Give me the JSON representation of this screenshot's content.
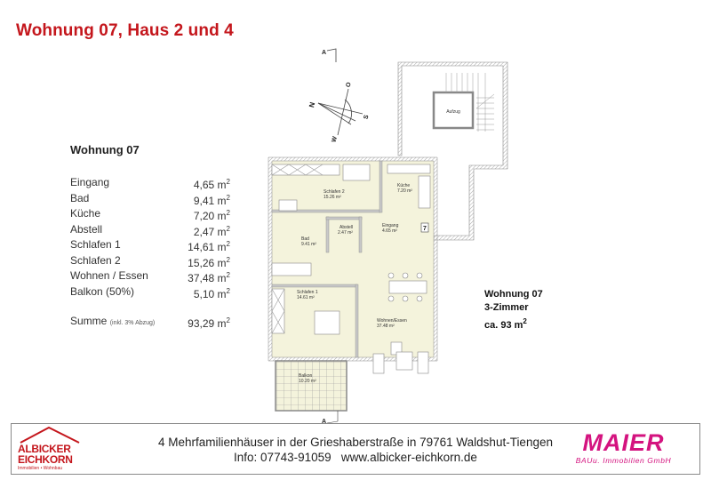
{
  "header": {
    "title": "Wohnung 07, Haus 2 und 4"
  },
  "areas": {
    "heading": "Wohnung 07",
    "unit": "m",
    "unit_sup": "2",
    "rows": [
      {
        "label": "Eingang",
        "value": "4,65"
      },
      {
        "label": "Bad",
        "value": "9,41"
      },
      {
        "label": "Küche",
        "value": "7,20"
      },
      {
        "label": "Abstell",
        "value": "2,47"
      },
      {
        "label": "Schlafen 1",
        "value": "14,61"
      },
      {
        "label": "Schlafen 2",
        "value": "15,26"
      },
      {
        "label": "Wohnen / Essen",
        "value": "37,48"
      },
      {
        "label": "Balkon (50%)",
        "value": "5,10"
      }
    ],
    "sum": {
      "label": "Summe",
      "note": "(inkl. 3% Abzug)",
      "value": "93,29"
    }
  },
  "summary": {
    "line1": "Wohnung 07",
    "line2": "3-Zimmer",
    "line3": "ca. 93 m",
    "line3_sup": "2"
  },
  "plan": {
    "section_marker_top": "A",
    "section_marker_bottom": "A",
    "compass": {
      "n": "N",
      "o": "O",
      "s": "S",
      "w": "W"
    },
    "rooms": [
      {
        "name": "Schlafen 2",
        "area": "15.26 m²"
      },
      {
        "name": "Küche",
        "area": "7.20 m²"
      },
      {
        "name": "Bad",
        "area": "9.41 m²"
      },
      {
        "name": "Abstell",
        "area": "2.47 m²"
      },
      {
        "name": "Eingang",
        "area": "4.65 m²"
      },
      {
        "name": "Schlafen 1",
        "area": "14.61 m²"
      },
      {
        "name": "Wohnen/Essen",
        "area": "37.48 m²"
      },
      {
        "name": "Balkon",
        "area": "10.20 m²"
      }
    ],
    "stair_label": "Aufzug",
    "unit_number": "7"
  },
  "footer": {
    "line1": "4 Mehrfamilienhäuser in der Grieshaberstraße in 79761 Waldshut-Tiengen",
    "line2": "Info: 07743-91059   www.albicker-eichkorn.de",
    "logo_left": {
      "line1": "ALBICKER",
      "line2": "EICHKORN",
      "line3": "Immobilien • Wohnbau"
    },
    "logo_right": {
      "name": "MAIER",
      "tagline": "BAUu. Immobilien GmbH"
    }
  },
  "colors": {
    "title_red": "#c4161c",
    "maier_magenta": "#d4137f",
    "floor_fill": "#f4f3dc",
    "wall": "#9a9a9a"
  }
}
